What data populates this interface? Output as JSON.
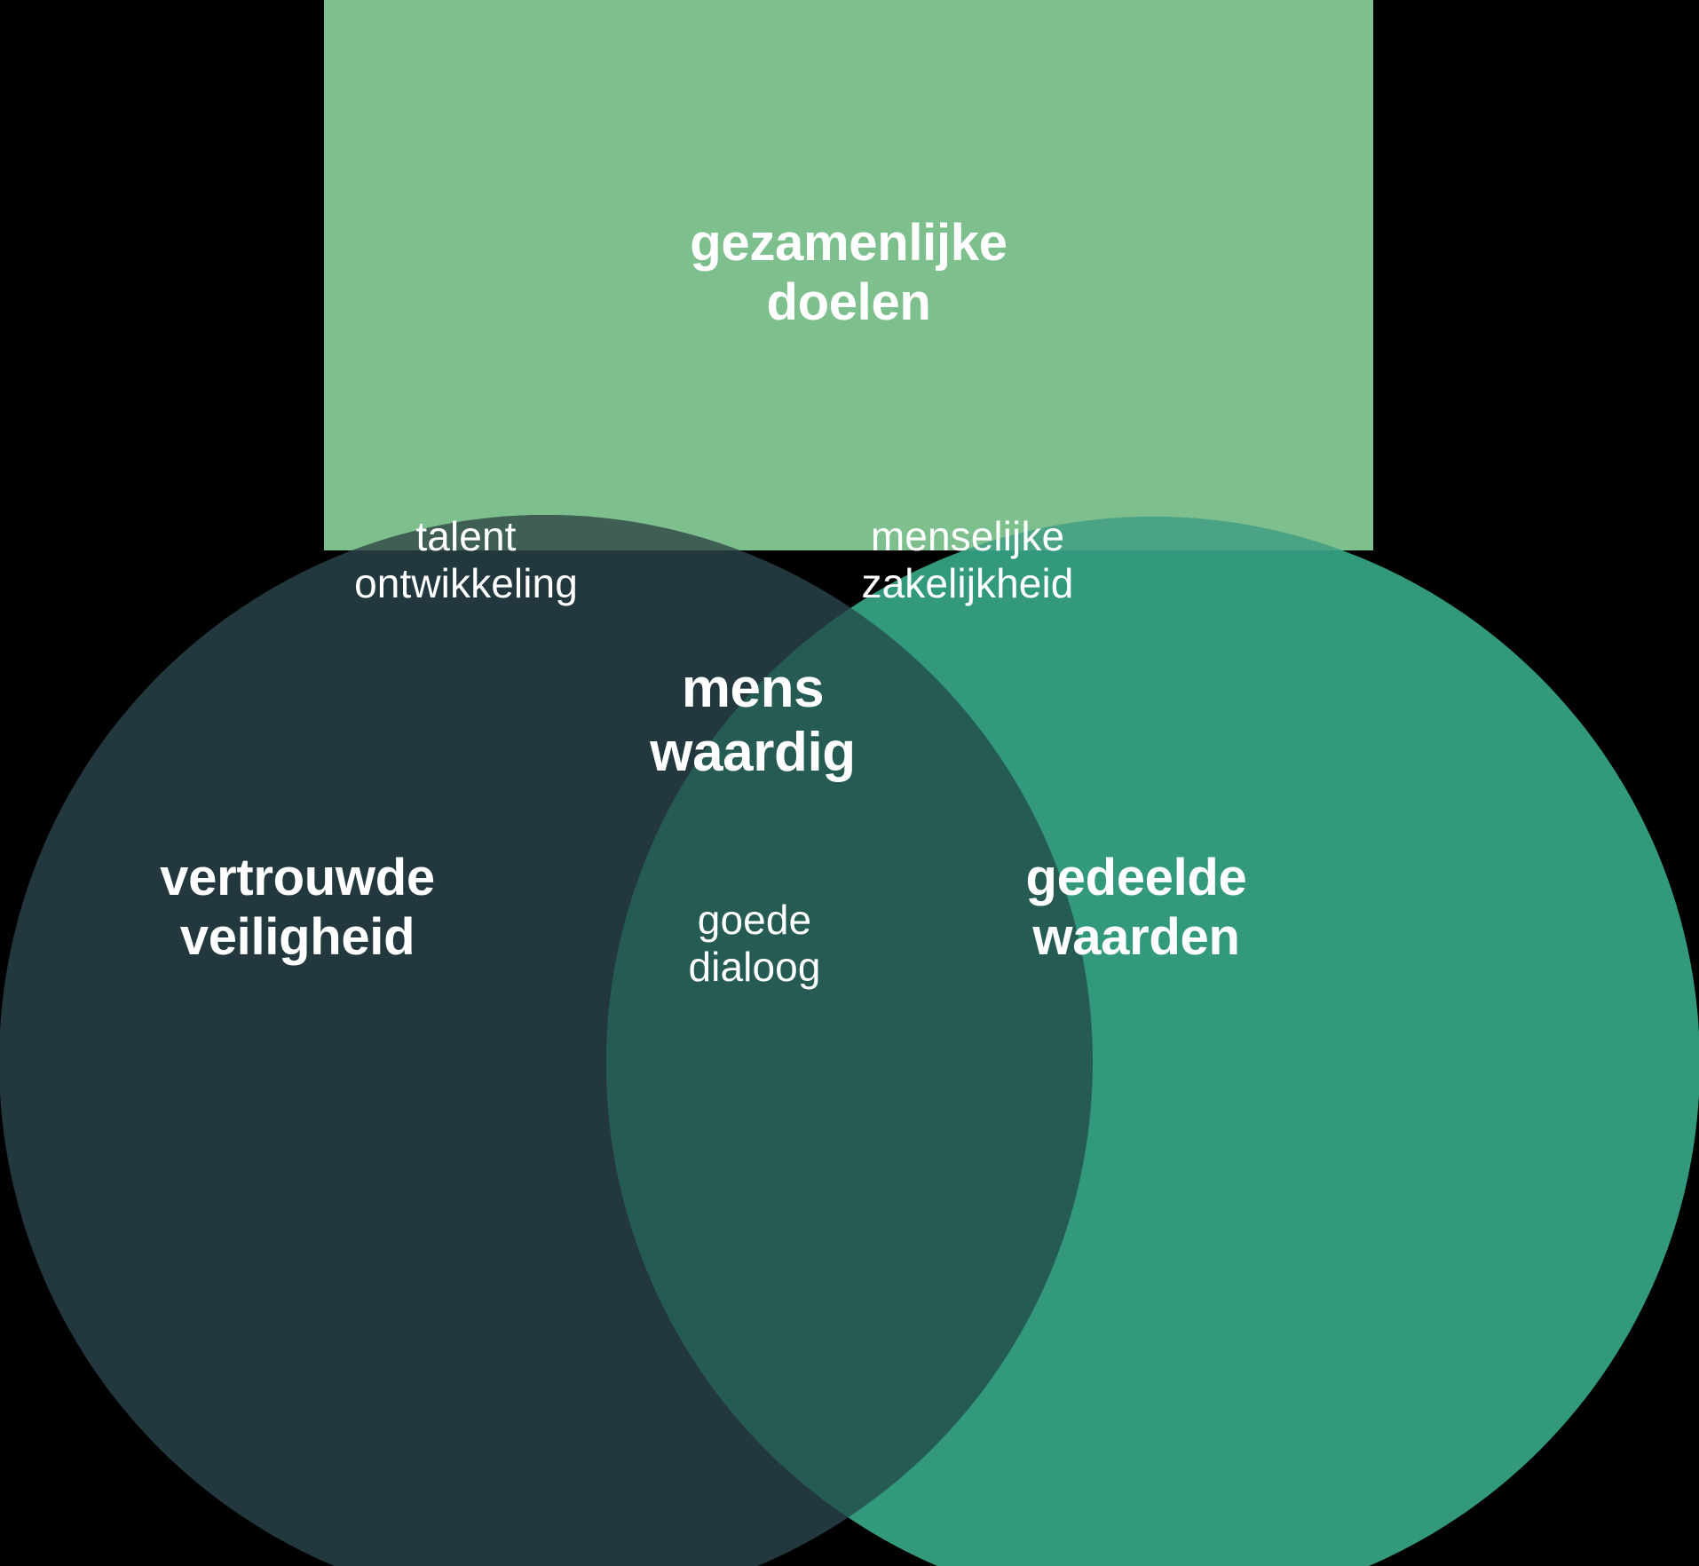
{
  "diagram": {
    "type": "venn",
    "title_concept": "mens waardig",
    "background_color": "#000000",
    "sets": [
      {
        "id": "gezamenlijke-doelen",
        "label": "gezamenlijke\ndoelen",
        "shape": "rectangle",
        "color": "#7DC08D",
        "position": "top"
      },
      {
        "id": "vertrouwde-veiligheid",
        "label": "vertrouwde\nveiligheid",
        "shape": "circle",
        "color": "#22373E",
        "position": "bottom-left"
      },
      {
        "id": "gedeelde-waarden",
        "label": "gedeelde\nwaarden",
        "shape": "circle",
        "color": "#33997D",
        "position": "bottom-right"
      }
    ],
    "intersections": [
      {
        "id": "talent-ontwikkeling",
        "label": "talent\nontwikkeling",
        "between": [
          "gezamenlijke-doelen",
          "vertrouwde-veiligheid"
        ],
        "color": "#3F5F54"
      },
      {
        "id": "menselijke-zakelijkheid",
        "label": "menselijke\nzakelijkheid",
        "between": [
          "gezamenlijke-doelen",
          "gedeelde-waarden"
        ],
        "color": "#4AA385"
      },
      {
        "id": "goede-dialoog",
        "label": "goede\ndialoog",
        "between": [
          "vertrouwde-veiligheid",
          "gedeelde-waarden"
        ],
        "color": "#255B53"
      },
      {
        "id": "mens-waardig",
        "label": "mens\nwaardig",
        "between": [
          "gezamenlijke-doelen",
          "vertrouwde-veiligheid",
          "gedeelde-waarden"
        ],
        "color": "#39675A"
      }
    ]
  },
  "text_color": "#ffffff"
}
